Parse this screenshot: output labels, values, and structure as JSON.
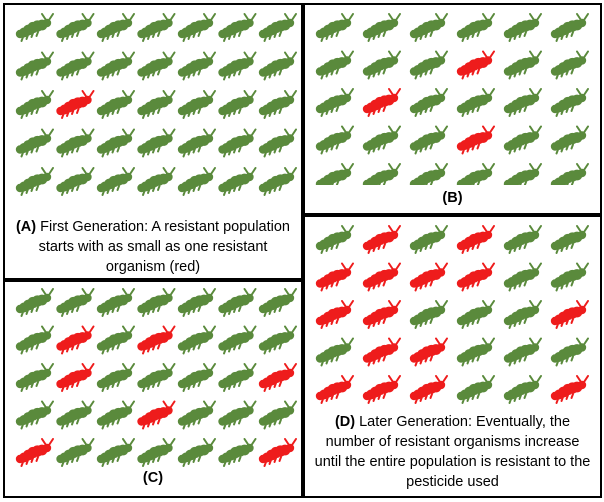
{
  "colors": {
    "normal": "#5a8a3c",
    "resistant": "#ee1c1c"
  },
  "panels": [
    {
      "id": "A",
      "label": "(A)",
      "text": " First Generation: A resistant population starts with as small as one resistant organism (red)",
      "grid": [
        "GGGGGGG",
        "GGGGGGG",
        "GRGGGGG",
        "GGGGGGG",
        "GGGGGGG"
      ]
    },
    {
      "id": "B",
      "label": "(B)",
      "text": "",
      "grid": [
        "GGGGGG",
        "GGGRGG",
        "GRGGGG",
        "GGGRGG",
        "GGGGGG"
      ]
    },
    {
      "id": "C",
      "label": "(C)",
      "text": "",
      "grid": [
        "GGGGGGG",
        "GRGRGGG",
        "GRGGGGR",
        "GGGRGGG",
        "RGGGGGR"
      ]
    },
    {
      "id": "D",
      "label": "(D)",
      "text": " Later Generation: Eventually, the number of resistant organisms increase until the entire population is resistant to the pesticide used",
      "grid": [
        "GRGRGG",
        "RRRRGG",
        "RRGGGR",
        "GRRGGG",
        "RRRGGR"
      ]
    }
  ]
}
